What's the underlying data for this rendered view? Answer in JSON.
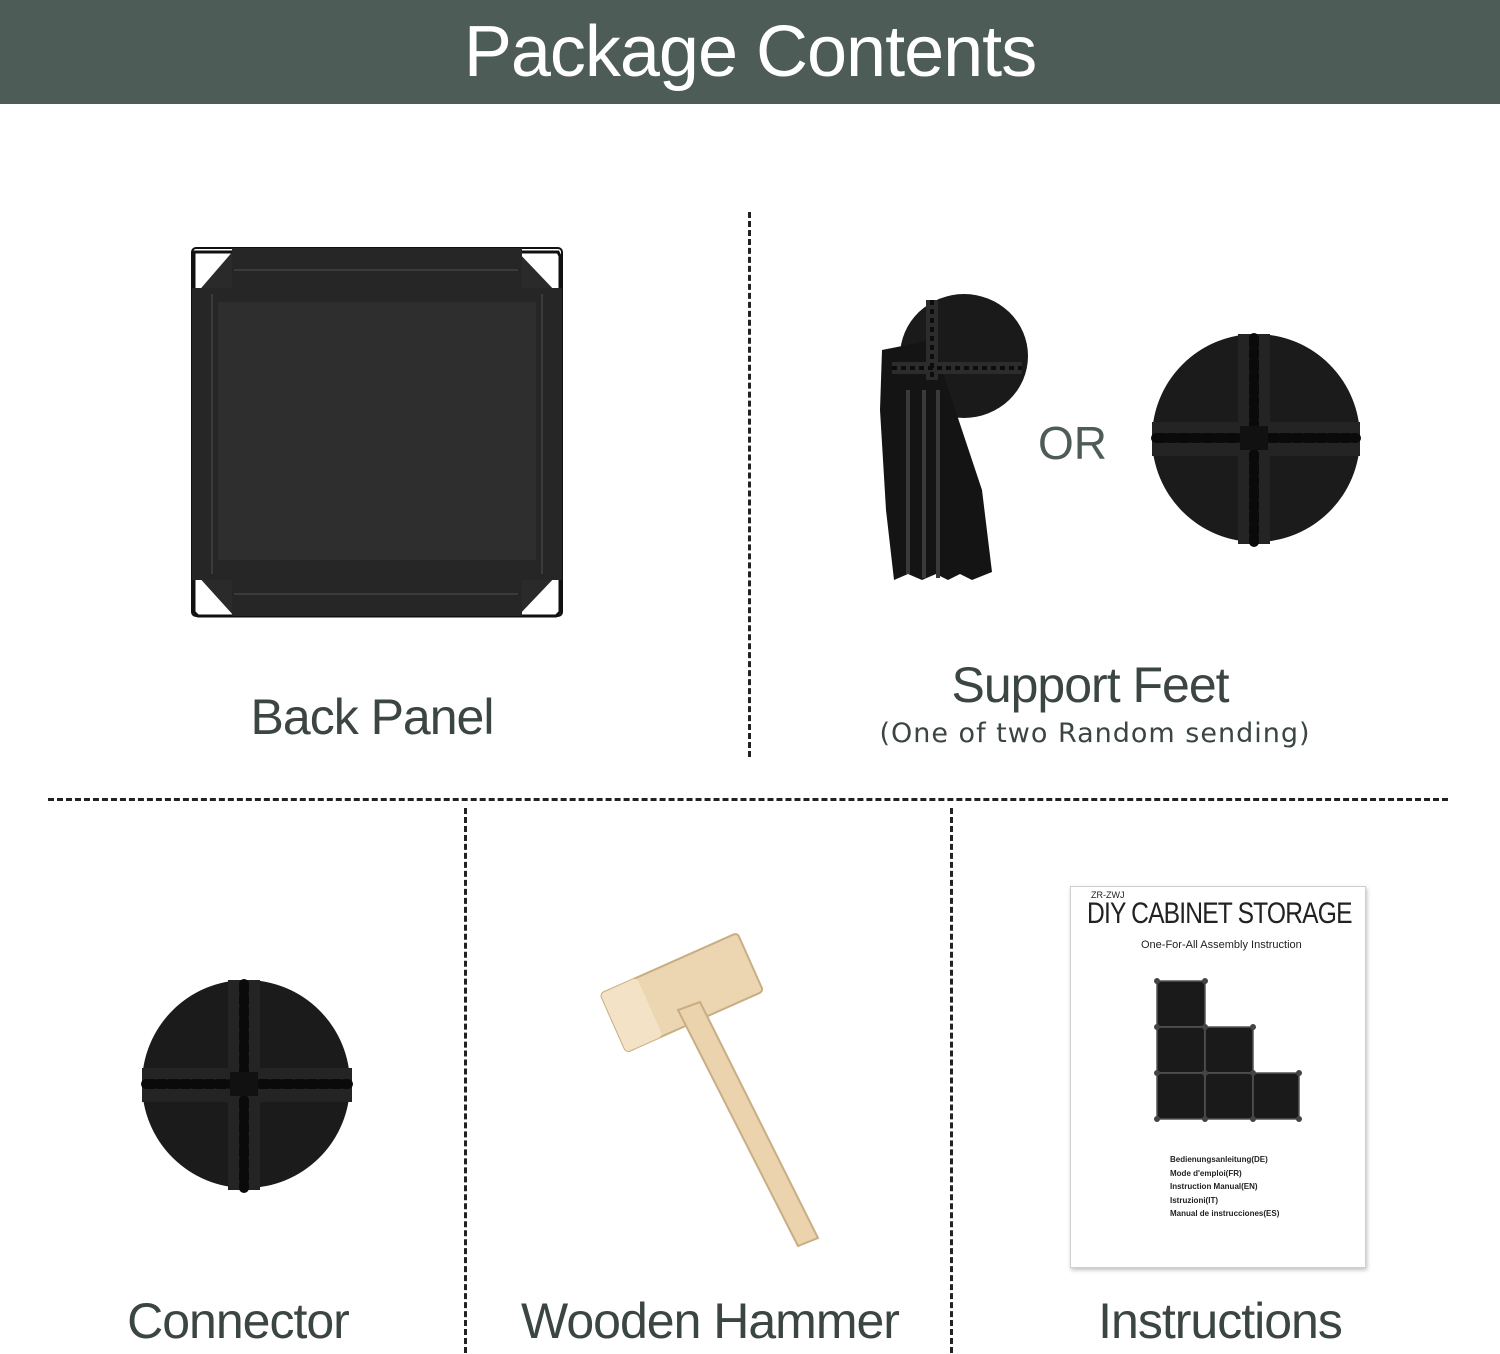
{
  "header": {
    "title": "Package Contents",
    "background": "#4d5c57"
  },
  "items": {
    "back_panel": {
      "label": "Back Panel"
    },
    "support_feet": {
      "label": "Support Feet",
      "note": "(One of two Random sending)",
      "or_text": "OR"
    },
    "connector": {
      "label": "Connector"
    },
    "hammer": {
      "label": "Wooden Hammer"
    },
    "instructions": {
      "label": "Instructions"
    }
  },
  "manual": {
    "code": "ZR-ZWJ",
    "title": "DIY CABINET STORAGE",
    "subtitle": "One-For-All Assembly Instruction",
    "languages": [
      "Bedienungsanleitung(DE)",
      "Mode d'emploi(FR)",
      "Instruction Manual(EN)",
      "Istruzioni(IT)",
      "Manual de instrucciones(ES)"
    ]
  },
  "colors": {
    "text": "#3b4541",
    "panel": "#2b2b2b",
    "wood": "#e9d2ae"
  }
}
